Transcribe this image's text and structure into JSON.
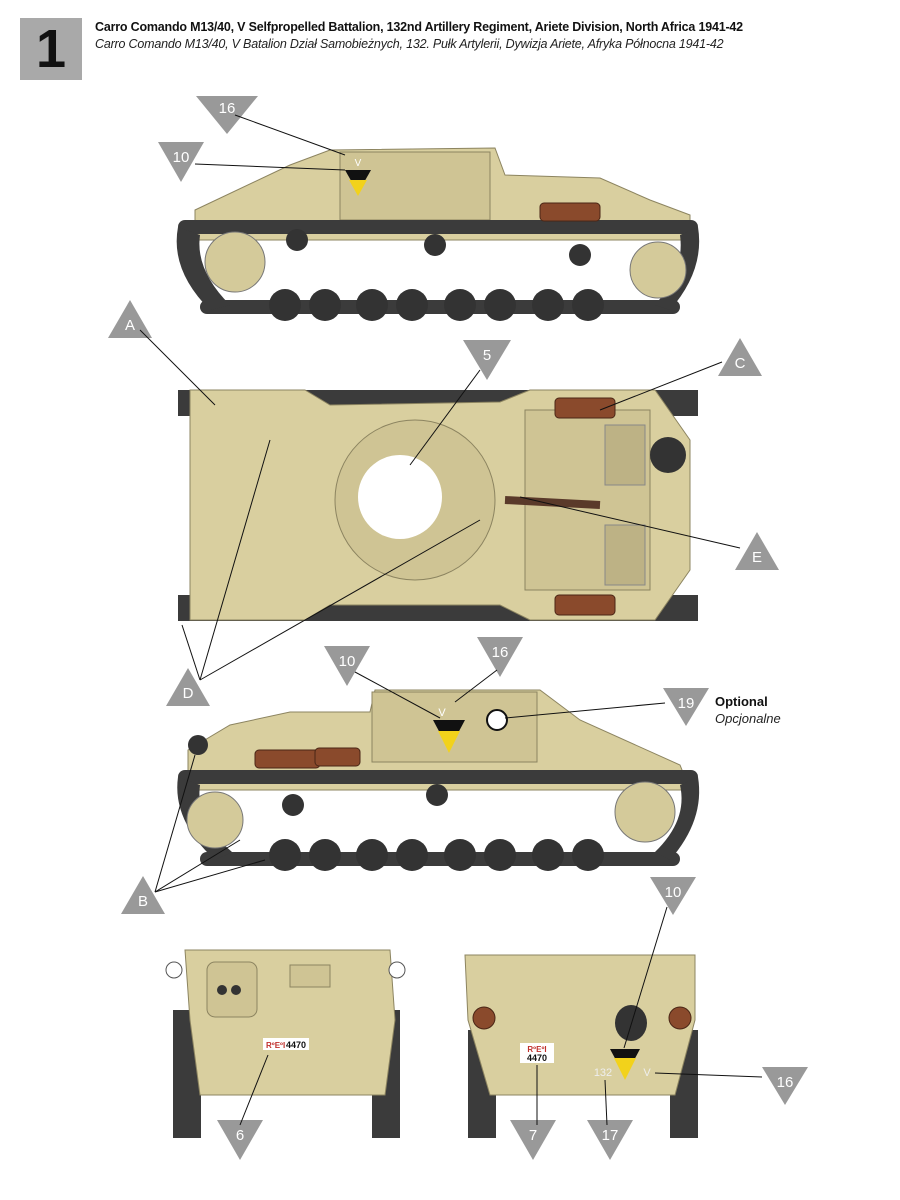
{
  "header": {
    "number": "1",
    "title": "Carro Comando M13/40, V Selfpropelled Battalion, 132nd Artillery Regiment, Ariete Division, North Africa 1941-42",
    "subtitle": "Carro Comando M13/40, V Batalion Dział Samobieżnych, 132. Pułk Artylerii, Dywizja Ariete, Afryka Północna 1941-42"
  },
  "callouts": {
    "side1_16": "16",
    "side1_10": "10",
    "top_A": "A",
    "top_5": "5",
    "top_C": "C",
    "top_E": "E",
    "top_D": "D",
    "side2_10": "10",
    "side2_16": "16",
    "side2_19": "19",
    "side2_B": "B",
    "front_6": "6",
    "rear_7": "7",
    "rear_17": "17",
    "rear_10": "10",
    "rear_16": "16"
  },
  "optional": {
    "en": "Optional",
    "pl": "Opcjonalne"
  },
  "markings": {
    "plate_prefix": "RºEºI",
    "plate_number": "4470",
    "regiment": "132",
    "battalion": "V"
  },
  "colors": {
    "sand": "#d9cf9f",
    "track": "#3b3b3b",
    "callout": "#999999",
    "badge": "#a9a9a9",
    "emblem_yellow": "#f2d21b",
    "emblem_black": "#111111",
    "plate_red": "#c0302c"
  }
}
